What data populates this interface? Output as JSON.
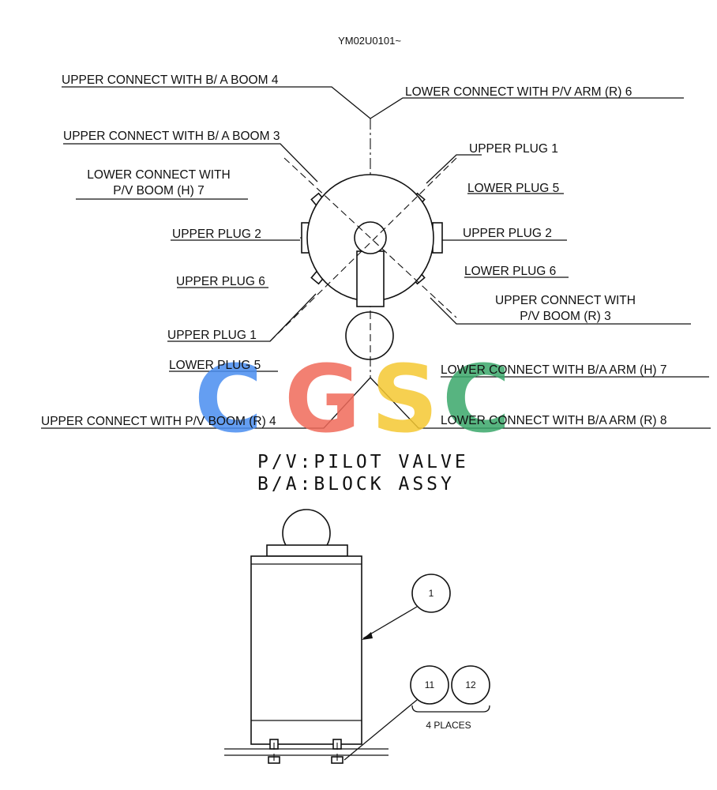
{
  "drawing": {
    "code": "YM02U0101~"
  },
  "labels": {
    "upper_connect_ba_boom_4": "UPPER CONNECT WITH B/ A BOOM 4",
    "lower_connect_pv_arm_r_6": "LOWER CONNECT WITH P/V ARM  (R) 6",
    "upper_connect_ba_boom_3": "UPPER CONNECT WITH B/ A BOOM 3",
    "upper_plug_1_top": "UPPER PLUG 1",
    "lower_connect_pv_boom_h_7_line1": "LOWER CONNECT WITH",
    "lower_connect_pv_boom_h_7_line2": "P/V BOOM (H) 7",
    "lower_plug_5_right": "LOWER PLUG 5",
    "upper_plug_2_left": "UPPER PLUG 2",
    "upper_plug_2_right": "UPPER PLUG 2",
    "upper_plug_6": "UPPER PLUG 6",
    "lower_plug_6": "LOWER PLUG 6",
    "upper_connect_pv_boom_r_3_line1": "UPPER CONNECT WITH",
    "upper_connect_pv_boom_r_3_line2": "P/V BOOM (R) 3",
    "upper_plug_1_bottom": "UPPER PLUG 1",
    "lower_plug_5_left": "LOWER PLUG 5",
    "lower_connect_ba_arm_h_7": "LOWER CONNECT WITH B/A ARM (H) 7",
    "upper_connect_pv_boom_r_4": "UPPER CONNECT WITH P/V BOOM (R) 4",
    "lower_connect_ba_arm_r_8": "LOWER CONNECT WITH B/A ARM (R) 8"
  },
  "legend": {
    "line1": "P/V:PILOT VALVE",
    "line2": "B/A:BLOCK ASSY"
  },
  "callouts": {
    "part_1": "1",
    "part_11": "11",
    "part_12": "12",
    "places_note": "4 PLACES"
  },
  "watermark": {
    "letters": [
      "C",
      "G",
      "S",
      "C"
    ],
    "colors": [
      "#4a8ef0",
      "#f06a5a",
      "#f5c832",
      "#3aa86a"
    ]
  }
}
